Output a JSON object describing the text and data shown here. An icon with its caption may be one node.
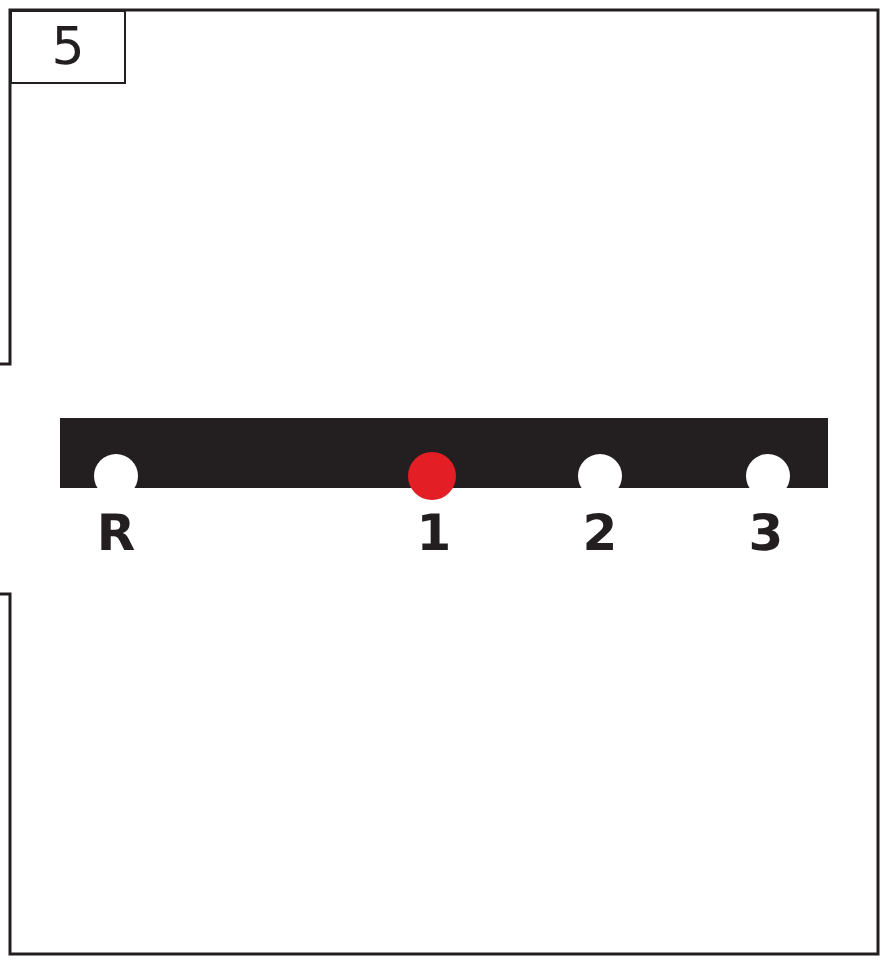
{
  "diagram": {
    "nodes": [
      {
        "text": [
          "5"
        ]
      }
    ],
    "labels": [
      "R",
      "1",
      "2",
      "3"
    ]
  }
}
